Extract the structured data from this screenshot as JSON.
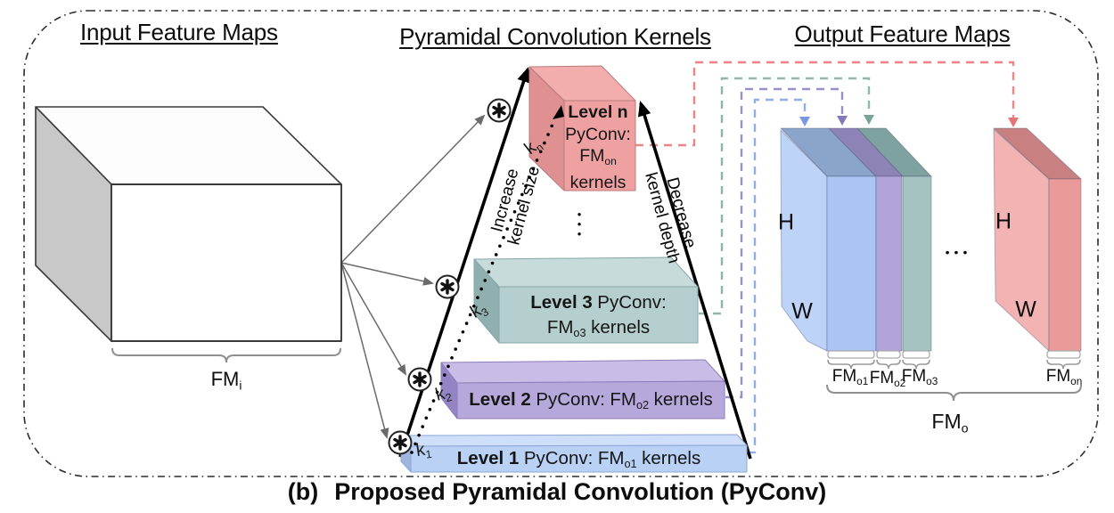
{
  "titles": {
    "input": "Input Feature Maps",
    "kernels": "Pyramidal Convolution Kernels",
    "output": "Output Feature Maps"
  },
  "caption": {
    "index": "(b)",
    "text": "Proposed Pyramidal Convolution (PyConv)"
  },
  "input_block": {
    "fm": {
      "main": "FM",
      "sub": "i"
    }
  },
  "operators": {
    "glyph": "✱",
    "icon_name": "circled-asterisk-convolution"
  },
  "pyramid": {
    "axis_left": {
      "line1": "Increase",
      "line2": "kernel size"
    },
    "axis_right": {
      "line1": "Decrease",
      "line2": "kernel depth"
    },
    "dot": "•",
    "levels": {
      "n": {
        "k": "k",
        "k_sub": "n",
        "name": "Level n",
        "line2": "PyConv:",
        "fm": "FM",
        "fm_sub": "on",
        "line4": "kernels"
      },
      "l3": {
        "k": "k",
        "k_sub": "3",
        "name": "Level 3",
        "mid": "PyConv:",
        "fm": "FM",
        "fm_sub": "o3",
        "tail": "kernels"
      },
      "l2": {
        "k": "k",
        "k_sub": "2",
        "name": "Level 2",
        "mid": "PyConv:",
        "fm": "FM",
        "fm_sub": "o2",
        "tail": "kernels"
      },
      "l1": {
        "k": "k",
        "k_sub": "1",
        "name": "Level 1",
        "mid": "PyConv:",
        "fm": "FM",
        "fm_sub": "o1",
        "tail": "kernels"
      }
    }
  },
  "output_block": {
    "h": "H",
    "w": "W",
    "dot": "•",
    "fm1": {
      "main": "FM",
      "sub": "o1"
    },
    "fm2": {
      "main": "FM",
      "sub": "o2"
    },
    "fm3": {
      "main": "FM",
      "sub": "o3"
    },
    "fmn": {
      "main": "FM",
      "sub": "on"
    },
    "fm_total": {
      "main": "FM",
      "sub": "o"
    }
  },
  "palette": {
    "level1_blue": "#b9d1f4",
    "level2_purple": "#b7a8dc",
    "level3_teal": "#b5cfce",
    "level_n_red": "#efa0a0",
    "connector_blue": "#8fafe9",
    "connector_purple": "#9b90c6",
    "connector_teal": "#8fb7ae",
    "connector_red": "#ee8585",
    "input_gray": "#c8c8c8"
  }
}
